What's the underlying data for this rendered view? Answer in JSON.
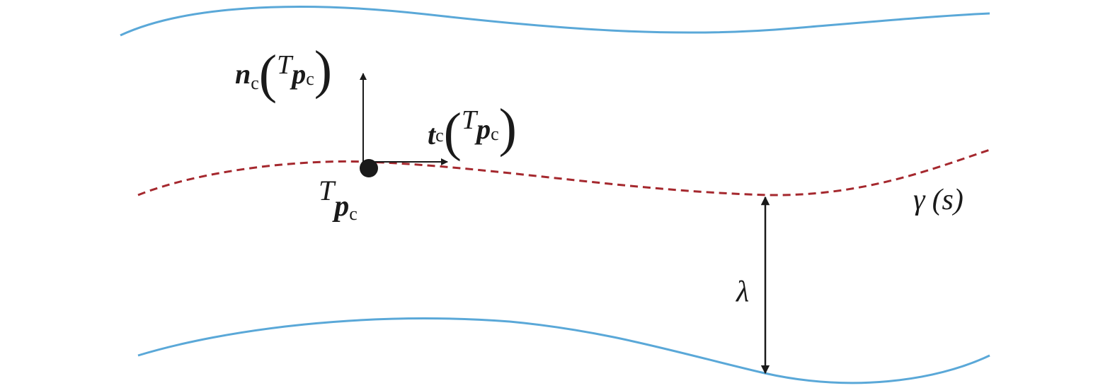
{
  "colors": {
    "boundary": "#5aa8d8",
    "path": "#a5282e",
    "ink": "#1a1a1a"
  },
  "labels": {
    "normal": {
      "sym": "n",
      "sub": "c",
      "arg_sym": "T",
      "arg_p": "p",
      "arg_sub": "c"
    },
    "tangent": {
      "sym": "t",
      "sub": "c",
      "arg_sym": "T",
      "arg_p": "p",
      "arg_sub": "c"
    },
    "point": {
      "sym": "T",
      "p": "p",
      "sub": "c"
    },
    "path": {
      "sym": "γ",
      "arg": "(s)"
    },
    "width": {
      "sym": "λ"
    }
  }
}
